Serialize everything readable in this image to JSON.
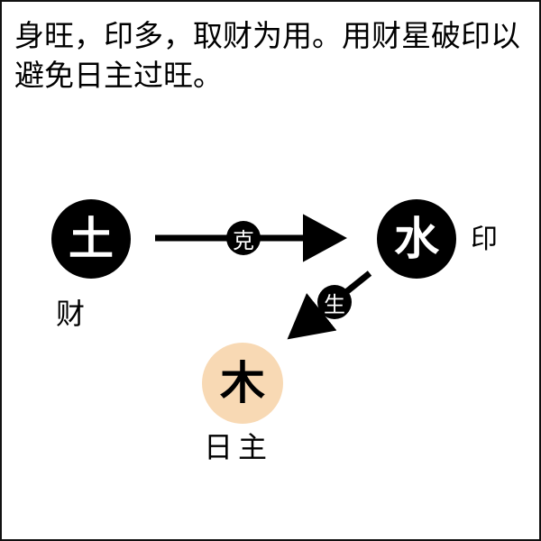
{
  "caption": "身旺，印多，取财为用。用财星破印以避免日主过旺。",
  "nodes": {
    "earth": {
      "char": "土",
      "label": "财"
    },
    "water": {
      "char": "水",
      "label": "印"
    },
    "wood": {
      "char": "木",
      "label": "日主"
    }
  },
  "relations": {
    "overcome": "克",
    "generate": "生"
  },
  "colors": {
    "node_dark": "#000000",
    "node_highlight": "#f8d9b4",
    "text": "#000000"
  }
}
